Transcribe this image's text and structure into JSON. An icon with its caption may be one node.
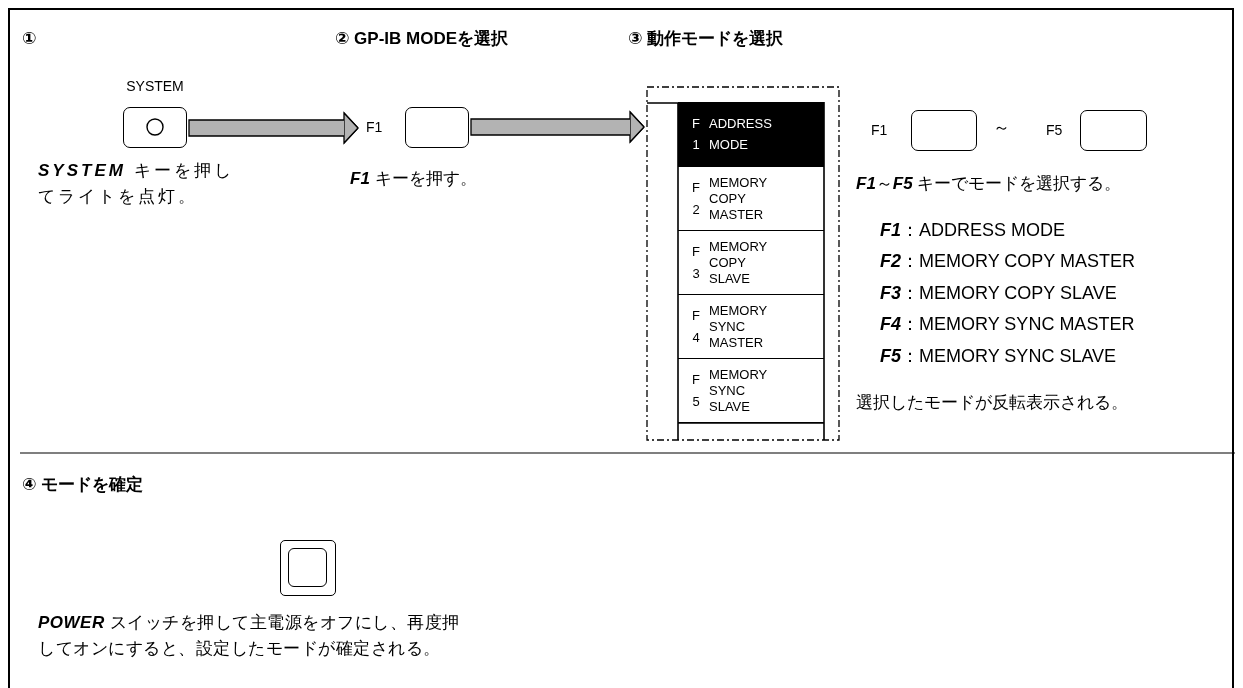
{
  "diagram": {
    "nodes": [
      {
        "text": [
          "SYSTEM"
        ]
      },
      {
        "text": [],
        "shape": "box",
        "beside": [
          "F1"
        ]
      },
      {
        "text": [],
        "shape": "box"
      },
      {
        "text": [
          "F 1",
          "ADDRESS MODE"
        ],
        "in": 2
      },
      {
        "text": [
          "F 2",
          "MEMORY COPY MASTER"
        ],
        "in": 2
      },
      {
        "text": [
          "F 3",
          "MEMORY COPY SLAVE"
        ],
        "in": 2
      },
      {
        "text": [
          "F 4",
          "MEMORY SYNC MASTER"
        ],
        "in": 2
      },
      {
        "text": [
          "F 5",
          "MEMORY SYNC SLAVE"
        ],
        "in": 2
      },
      {
        "text": [],
        "shape": "box",
        "beside": [
          "F1"
        ]
      },
      {
        "text": [],
        "shape": "box",
        "beside": [
          "F5"
        ]
      },
      {
        "text": [],
        "shape": "box"
      }
    ],
    "edges": [
      {
        "from": 0,
        "to": 1,
        "arrow": "to"
      },
      {
        "from": 1,
        "to": 2,
        "arrow": "to"
      }
    ],
    "labels": [
      "①",
      "② GP-IB MODEを選択",
      "③ 動作モードを選択",
      "**SYSTEM** キーを押してライトを点灯。",
      "**F1** キーを押す。",
      "～",
      "**F1**～**F5** キーでモードを選択する。",
      "**F1**：ADDRESS MODE",
      "**F2**：MEMORY COPY MASTER",
      "**F3**：MEMORY COPY SLAVE",
      "**F4**：MEMORY SYNC MASTER",
      "**F5**：MEMORY SYNC SLAVE",
      "選択したモードが反転表示される。",
      "④ モードを確定",
      "**POWER** スイッチを押して主電源をオフにし、再度押してオンにすると、設定したモードが確定される。"
    ]
  }
}
